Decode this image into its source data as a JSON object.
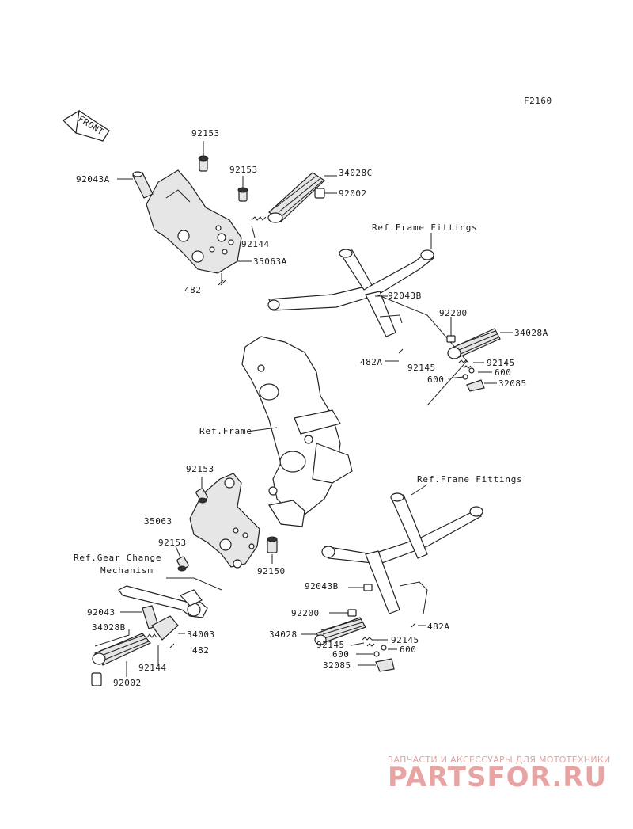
{
  "figure_code": "F2160",
  "front_badge": "FRONT",
  "references": {
    "frame_fittings_upper": "Ref.Frame Fittings",
    "frame": "Ref.Frame",
    "frame_fittings_lower": "Ref.Frame Fittings",
    "gear_change_line1": "Ref.Gear Change",
    "gear_change_line2": "Mechanism"
  },
  "parts": {
    "p92153_a": "92153",
    "p92043A": "92043A",
    "p92153_b": "92153",
    "p34028C": "34028C",
    "p92002_a": "92002",
    "p92144_a": "92144",
    "p35063A": "35063A",
    "p482_a": "482",
    "p92043B_a": "92043B",
    "p92200_a": "92200",
    "p34028A": "34028A",
    "p482A_a": "482A",
    "p92145_a": "92145",
    "p92145_b": "92145",
    "p600_a": "600",
    "p600_b": "600",
    "p32085_a": "32085",
    "p92153_c": "92153",
    "p35063": "35063",
    "p92153_d": "92153",
    "p92150": "92150",
    "p92043": "92043",
    "p34028B": "34028B",
    "p34003": "34003",
    "p482_b": "482",
    "p92144_b": "92144",
    "p92002_b": "92002",
    "p92043B_b": "92043B",
    "p92200_b": "92200",
    "p34028": "34028",
    "p482A_b": "482A",
    "p92145_c": "92145",
    "p92145_d": "92145",
    "p600_c": "600",
    "p600_d": "600",
    "p32085_b": "32085"
  },
  "watermark": {
    "caption": "ЗАПЧАСТИ И АКСЕССУАРЫ ДЛЯ МОТОТЕХНИКИ",
    "brand": "PARTSFOR.RU"
  }
}
